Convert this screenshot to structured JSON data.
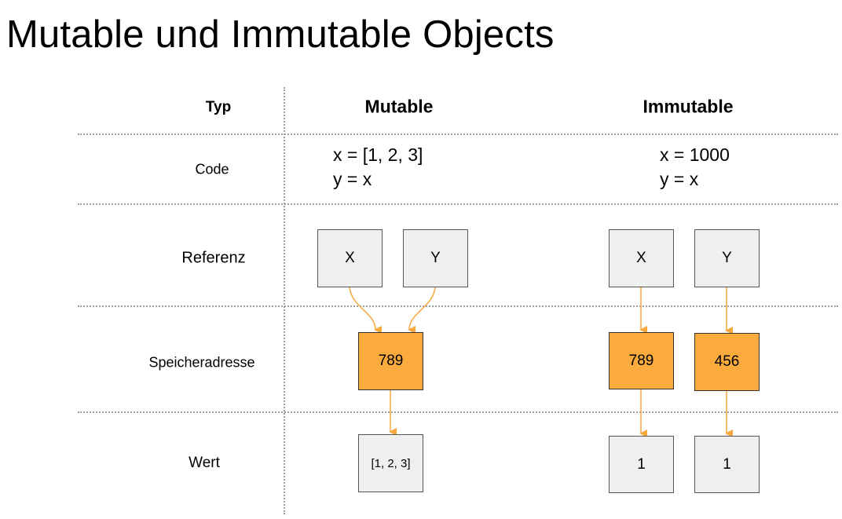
{
  "title": "Mutable und Immutable Objects",
  "columns": {
    "type_label": "Typ",
    "mutable": "Mutable",
    "immutable": "Immutable"
  },
  "rows": {
    "code": "Code",
    "referenz": "Referenz",
    "speicheradresse": "Speicheradresse",
    "wert": "Wert"
  },
  "mutable": {
    "code_line1": "x = [1, 2, 3]",
    "code_line2": "y = x",
    "ref_x": "X",
    "ref_y": "Y",
    "address": "789",
    "value": "[1, 2, 3]"
  },
  "immutable": {
    "code_line1": "x = 1000",
    "code_line2": "y = x",
    "ref_x": "X",
    "ref_y": "Y",
    "address_x": "789",
    "address_y": "456",
    "value_x": "1",
    "value_y": "1"
  },
  "colors": {
    "address_fill": "#fbaa3e",
    "box_fill": "#efefef",
    "arrow": "#f5a93f",
    "divider": "#9e9e9e"
  }
}
